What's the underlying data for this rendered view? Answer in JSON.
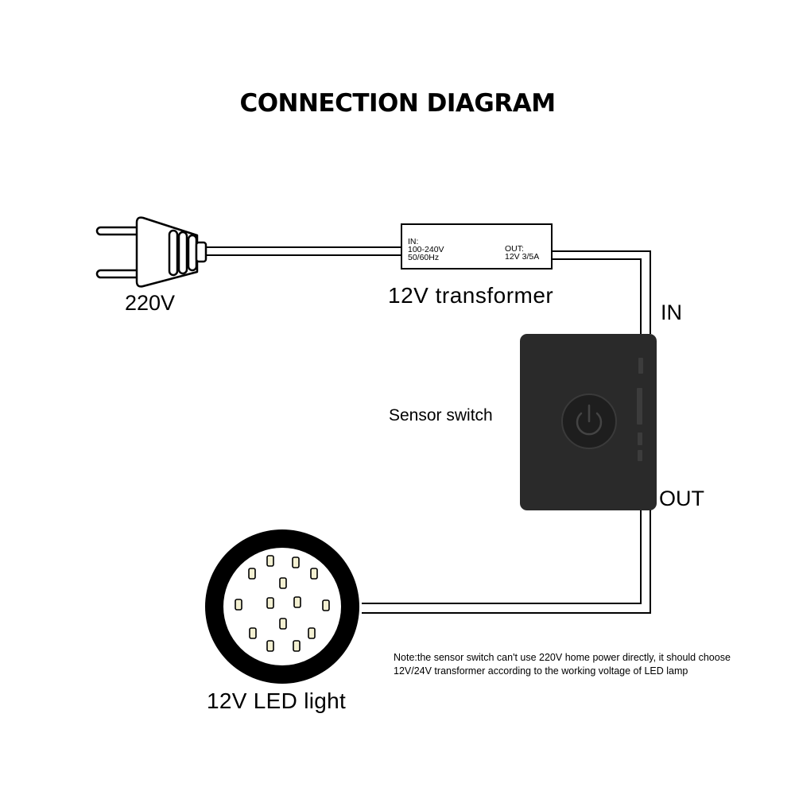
{
  "title": "CONNECTION DIAGRAM",
  "plug": {
    "label": "220V"
  },
  "transformer": {
    "label": "12V transformer",
    "input": {
      "heading": "IN:",
      "voltage": "100-240V",
      "frequency": "50/60Hz"
    },
    "output": {
      "heading": "OUT:",
      "rating": "12V 3/5A"
    }
  },
  "sensor_switch": {
    "label": "Sensor switch",
    "in_label": "IN",
    "out_label": "OUT"
  },
  "led": {
    "label": "12V LED light"
  },
  "note": "Note:the sensor switch can't use 220V home power directly, it should choose 12V/24V transformer according to the working voltage of LED lamp",
  "colors": {
    "ink": "#000000",
    "switch_body": "#2a2a2a",
    "button": "#1e1e1e",
    "led_chip": "#f4f1d2",
    "background": "#ffffff"
  }
}
